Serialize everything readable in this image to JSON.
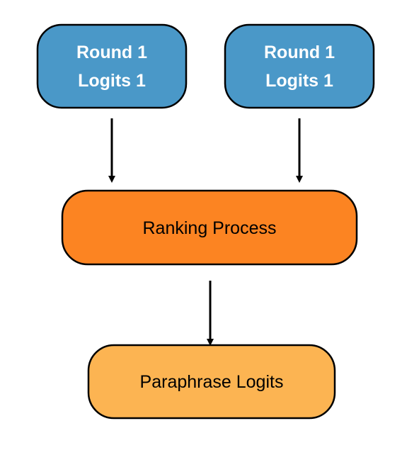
{
  "diagram": {
    "nodes": {
      "round1_left": {
        "line1": "Round 1",
        "line2": "Logits 1",
        "fill": "#4a98c8",
        "text_color": "#ffffff"
      },
      "round1_right": {
        "line1": "Round 1",
        "line2": "Logits 1",
        "fill": "#4a98c8",
        "text_color": "#ffffff"
      },
      "ranking": {
        "label": "Ranking Process",
        "fill": "#fc8422",
        "text_color": "#000000"
      },
      "paraphrase": {
        "label": "Paraphrase Logits",
        "fill": "#fcb452",
        "text_color": "#000000"
      }
    },
    "edges": [
      {
        "from": "round1_left",
        "to": "ranking"
      },
      {
        "from": "round1_right",
        "to": "ranking"
      },
      {
        "from": "ranking",
        "to": "paraphrase"
      }
    ],
    "colors": {
      "stroke": "#000000",
      "arrow": "#000000"
    }
  }
}
